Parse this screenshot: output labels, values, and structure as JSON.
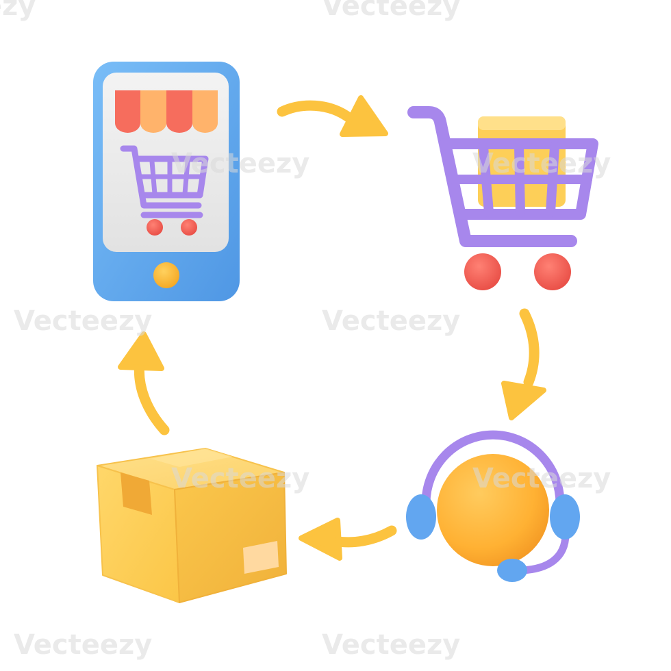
{
  "watermark": {
    "text": "Vecteezy"
  },
  "diagram": {
    "nodes": [
      {
        "id": "smartphone-shop",
        "icon": "smartphone-shop-icon"
      },
      {
        "id": "shopping-cart",
        "icon": "shopping-cart-icon"
      },
      {
        "id": "customer-support",
        "icon": "headset-globe-icon"
      },
      {
        "id": "package",
        "icon": "cardboard-box-icon"
      }
    ],
    "edges": [
      {
        "from": "smartphone-shop",
        "to": "shopping-cart",
        "icon": "arrow-right-icon"
      },
      {
        "from": "shopping-cart",
        "to": "customer-support",
        "icon": "arrow-down-icon"
      },
      {
        "from": "customer-support",
        "to": "package",
        "icon": "arrow-left-icon"
      },
      {
        "from": "package",
        "to": "smartphone-shop",
        "icon": "arrow-up-icon"
      }
    ]
  },
  "colors": {
    "phone_body": "#5ba8ee",
    "phone_screen": "#ebebeb",
    "awning_red": "#f66d5d",
    "awning_peach": "#ffb36b",
    "cart_purple": "#a787ec",
    "wheel_red": "#f15f55",
    "box_yellow": "#fdcf58",
    "arrow_yellow": "#fcc33f",
    "globe_orange": "#ffb53a",
    "headset_blue": "#62a6f0"
  }
}
